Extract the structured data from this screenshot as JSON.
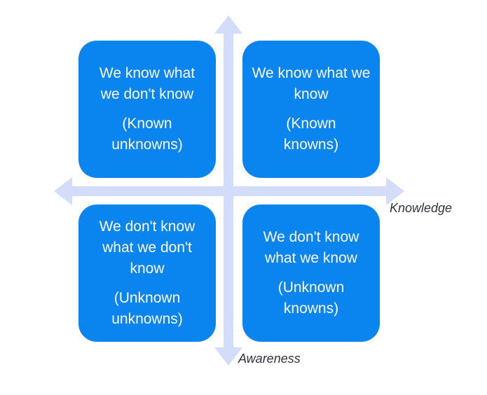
{
  "colors": {
    "box_fill": "#0a84ef",
    "axis_color": "#d3dcf9",
    "label_text": "#2f3640",
    "box_text": "#ffffff"
  },
  "quadrants": {
    "top_left": {
      "main": "We know what we don't know",
      "sub": "(Known unknowns)"
    },
    "top_right": {
      "main": "We know what we know",
      "sub": "(Known knowns)"
    },
    "bottom_left": {
      "main": "We don't know what we don't know",
      "sub": "(Unknown unknowns)"
    },
    "bottom_right": {
      "main": "We don't know what we know",
      "sub": "(Unknown knowns)"
    }
  },
  "axes": {
    "horizontal_label": "Knowledge",
    "vertical_label": "Awareness"
  }
}
